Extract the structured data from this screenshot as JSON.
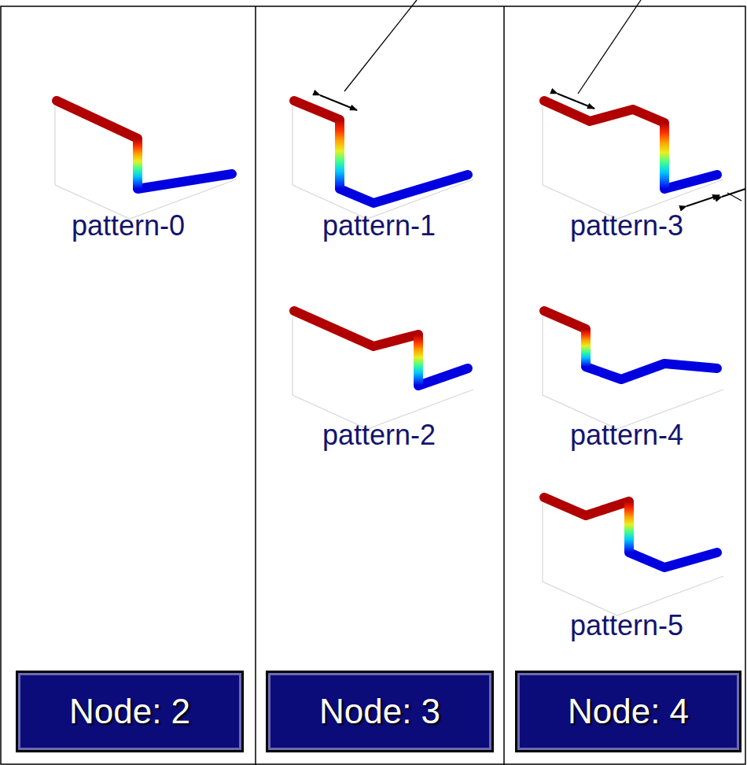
{
  "diagram": {
    "nodes": [
      {
        "text": [
          "Node: 2"
        ]
      },
      {
        "text": [
          "Node: 3"
        ]
      },
      {
        "text": [
          "Node: 4"
        ]
      }
    ],
    "labels": [
      "pattern-0",
      "pattern-1",
      "pattern-2",
      "pattern-3",
      "pattern-4",
      "pattern-5"
    ]
  }
}
